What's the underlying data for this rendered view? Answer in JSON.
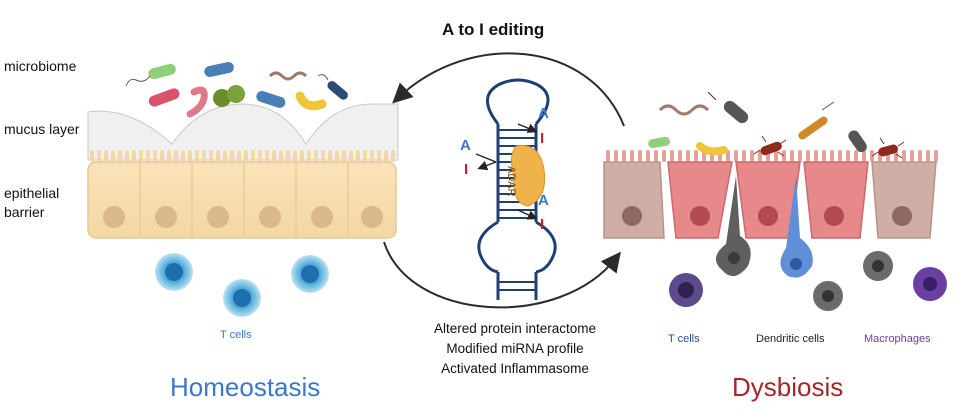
{
  "title": "A to I editing",
  "left_labels": {
    "microbiome": "microbiome",
    "mucus": "mucus layer",
    "epithelial_line1": "epithelial",
    "epithelial_line2": "barrier"
  },
  "hairpin": {
    "enzyme": "ADAR",
    "a_base": "A",
    "i_base": "I"
  },
  "homeostasis": {
    "title": "Homeostasis",
    "t_cells": "T cells"
  },
  "dysbiosis": {
    "title": "Dysbiosis",
    "t_cells": "T cells",
    "dendritic": "Dendritic cells",
    "macrophages": "Macrophages"
  },
  "outcomes": [
    "Altered protein interactome",
    "Modified miRNA profile",
    "Activated Inflammasome"
  ],
  "colors": {
    "homeostasis_blue": "#3a78c9",
    "dysbiosis_red": "#a3282a",
    "macrophage_purple": "#6b3fa0",
    "adar_orange": "#f0b24a",
    "rna_navy": "#1f3f73"
  }
}
